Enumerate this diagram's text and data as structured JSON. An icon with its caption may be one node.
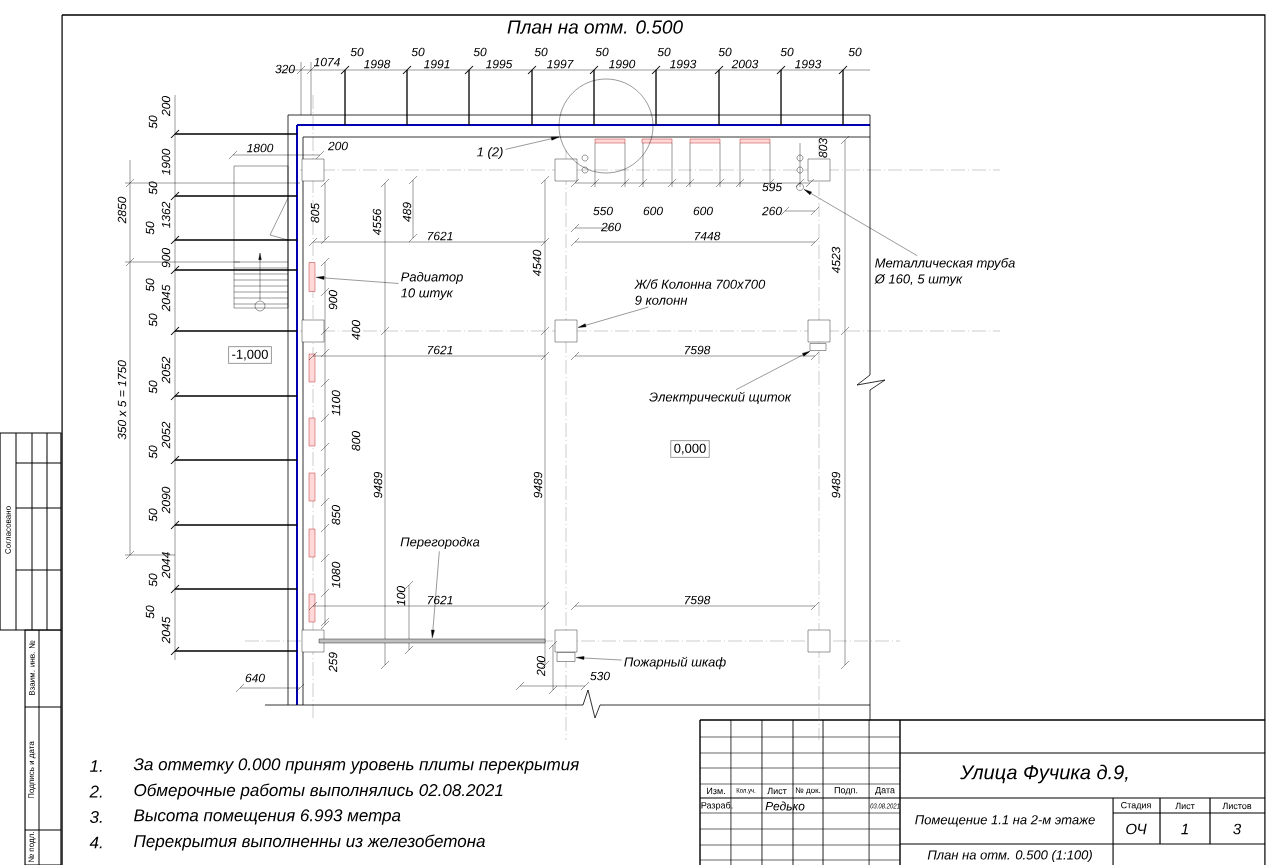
{
  "diagram": {
    "title": "План на отм. 0.500",
    "nodes": [
      {
        "text": [
          "1 (2)"
        ]
      },
      {
        "text": [],
        "shape": "circle"
      },
      {
        "text": [
          "Металлическая труба",
          "Ø 160, 5 штук"
        ]
      },
      {
        "text": [],
        "shape": "circle"
      },
      {
        "text": [
          "Радиатор",
          "10 штук"
        ]
      },
      {
        "text": [],
        "shape": "bar"
      },
      {
        "text": [
          "Ж/б Колонна 700x700",
          "9 колонн"
        ]
      },
      {
        "text": [],
        "shape": "box"
      },
      {
        "text": [
          "-1,000"
        ]
      },
      {
        "text": [
          "Электрический щиток"
        ]
      },
      {
        "text": [],
        "shape": "box"
      },
      {
        "text": [
          "0,000"
        ]
      },
      {
        "text": [
          "Перегородка"
        ]
      },
      {
        "text": [],
        "shape": "bar"
      },
      {
        "text": [
          "Пожарный шкаф"
        ]
      },
      {
        "text": [],
        "shape": "box"
      }
    ],
    "edges": [
      {
        "from": 0,
        "to": 1,
        "arrow": "to"
      },
      {
        "from": 2,
        "to": 3,
        "arrow": "to"
      },
      {
        "from": 4,
        "to": 5,
        "arrow": "to"
      },
      {
        "from": 6,
        "to": 7,
        "arrow": "to"
      },
      {
        "from": 9,
        "to": 10,
        "arrow": "to"
      },
      {
        "from": 12,
        "to": 13,
        "arrow": "to"
      },
      {
        "from": 14,
        "to": 15,
        "arrow": "to"
      }
    ],
    "labels": [
      "320",
      "1074",
      "50",
      "1998",
      "50",
      "1991",
      "50",
      "1995",
      "50",
      "1997",
      "50",
      "1990",
      "50",
      "1993",
      "50",
      "2003",
      "50",
      "1993",
      "50",
      "200",
      "50",
      "1900",
      "50",
      "2850",
      "1800",
      "200",
      "1362",
      "50",
      "900",
      "50",
      "2045",
      "50",
      "350 x 5 = 1750",
      "2052",
      "50",
      "2052",
      "50",
      "2090",
      "50",
      "2044",
      "50",
      "2045",
      "50",
      "805",
      "4556",
      "489",
      "7621",
      "550",
      "600",
      "600",
      "595",
      "260",
      "260",
      "803",
      "7448",
      "4540",
      "4523",
      "900",
      "400",
      "7621",
      "7598",
      "1100",
      "800",
      "9489",
      "9489",
      "9489",
      "850",
      "1080",
      "100",
      "7621",
      "7598",
      "259",
      "640",
      "200",
      "530",
      "1.",
      "За отметку 0.000 принят уровень плиты перекрытия",
      "2.",
      "Обмерочные работы выполнялись 02.08.2021",
      "3.",
      "Высота помещения 6.993 метра",
      "4.",
      "Перекрытия выполненны из железобетона",
      "Согласовано",
      "Взаим. инв. №",
      "Подпись и дата",
      "№ подл.",
      "Изм.",
      "Кол.уч.",
      "Лист",
      "№ док.",
      "Подп.",
      "Дата",
      "Разраб.",
      "Редько",
      "03.08.2021",
      "Улица Фучика д.9,",
      "Помещение 1.1 на 2-м этаже",
      "Стадия",
      "Лист",
      "Листов",
      "ОЧ",
      "1",
      "3",
      "План на отм. 0.500 (1:100)"
    ]
  }
}
